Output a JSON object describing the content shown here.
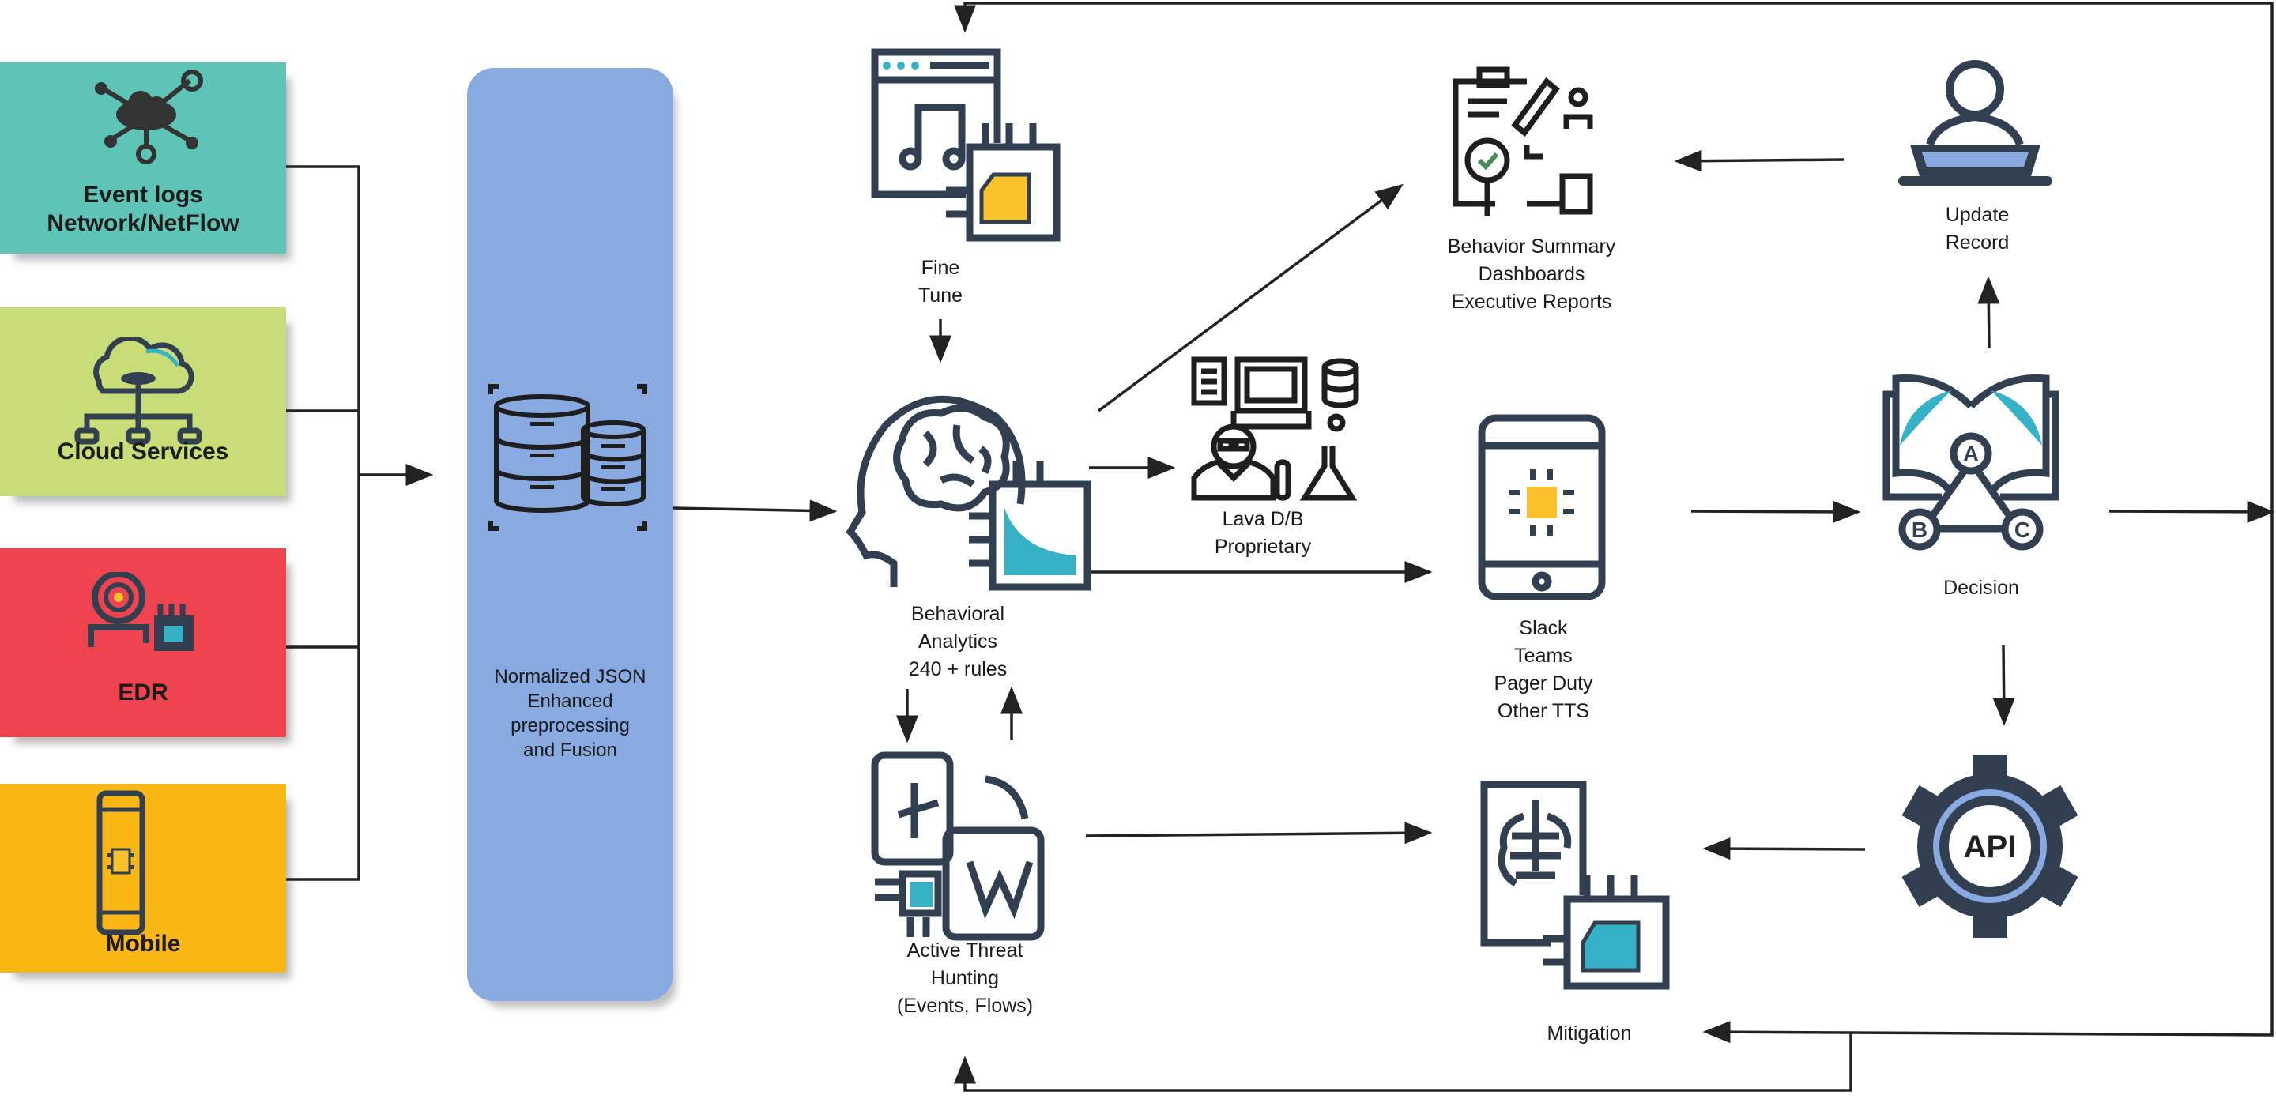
{
  "colors": {
    "ink": "#323f50",
    "accent_teal": "#35b2c6",
    "accent_yellow": "#f9c12c",
    "panel_blue": "#88aae0",
    "event_logs_bg": "#5ec4b6",
    "cloud_bg": "#c8dd77",
    "edr_bg": "#ef434f",
    "mobile_bg": "#fab716"
  },
  "sources": [
    {
      "label_lines": [
        "Event logs",
        "Network/NetFlow"
      ],
      "icon": "cloud-network-icon"
    },
    {
      "label_lines": [
        "Cloud Services"
      ],
      "icon": "cloud-hierarchy-icon"
    },
    {
      "label_lines": [
        "EDR"
      ],
      "icon": "endpoint-sensor-icon"
    },
    {
      "label_lines": [
        "Mobile"
      ],
      "icon": "mobile-chip-icon"
    }
  ],
  "normalizer": {
    "label_lines": [
      "Normalized JSON",
      "Enhanced",
      "preprocessing",
      "and Fusion"
    ],
    "icon": "database-icon"
  },
  "nodes": {
    "fine_tune": {
      "label_lines": [
        "Fine",
        "Tune"
      ],
      "icon": "music-chip-icon"
    },
    "behavioral": {
      "label_lines": [
        "Behavioral",
        "Analytics",
        "240 + rules"
      ],
      "icon": "brain-head-icon"
    },
    "threat_hunting": {
      "label_lines": [
        "Active Threat",
        "Hunting",
        "(Events, Flows)"
      ],
      "icon": "translate-icon"
    },
    "lava": {
      "label_lines": [
        "Lava D/B",
        "Proprietary"
      ],
      "icon": "scientist-icon"
    },
    "summary": {
      "label_lines": [
        "Behavior Summary",
        "Dashboards",
        "Executive Reports"
      ],
      "icon": "report-icon"
    },
    "notify": {
      "label_lines": [
        "Slack",
        "Teams",
        "Pager Duty",
        "Other TTS"
      ],
      "icon": "phone-chip-icon"
    },
    "update": {
      "label_lines": [
        "Update",
        "Record"
      ],
      "icon": "user-laptop-icon"
    },
    "decision": {
      "label_lines": [
        "Decision"
      ],
      "icon": "book-abc-icon"
    },
    "api": {
      "label_lines": [],
      "icon_text": "API",
      "icon": "api-gear-icon"
    },
    "mitigation": {
      "label_lines": [
        "Mitigation"
      ],
      "icon": "lungs-chip-icon"
    }
  }
}
